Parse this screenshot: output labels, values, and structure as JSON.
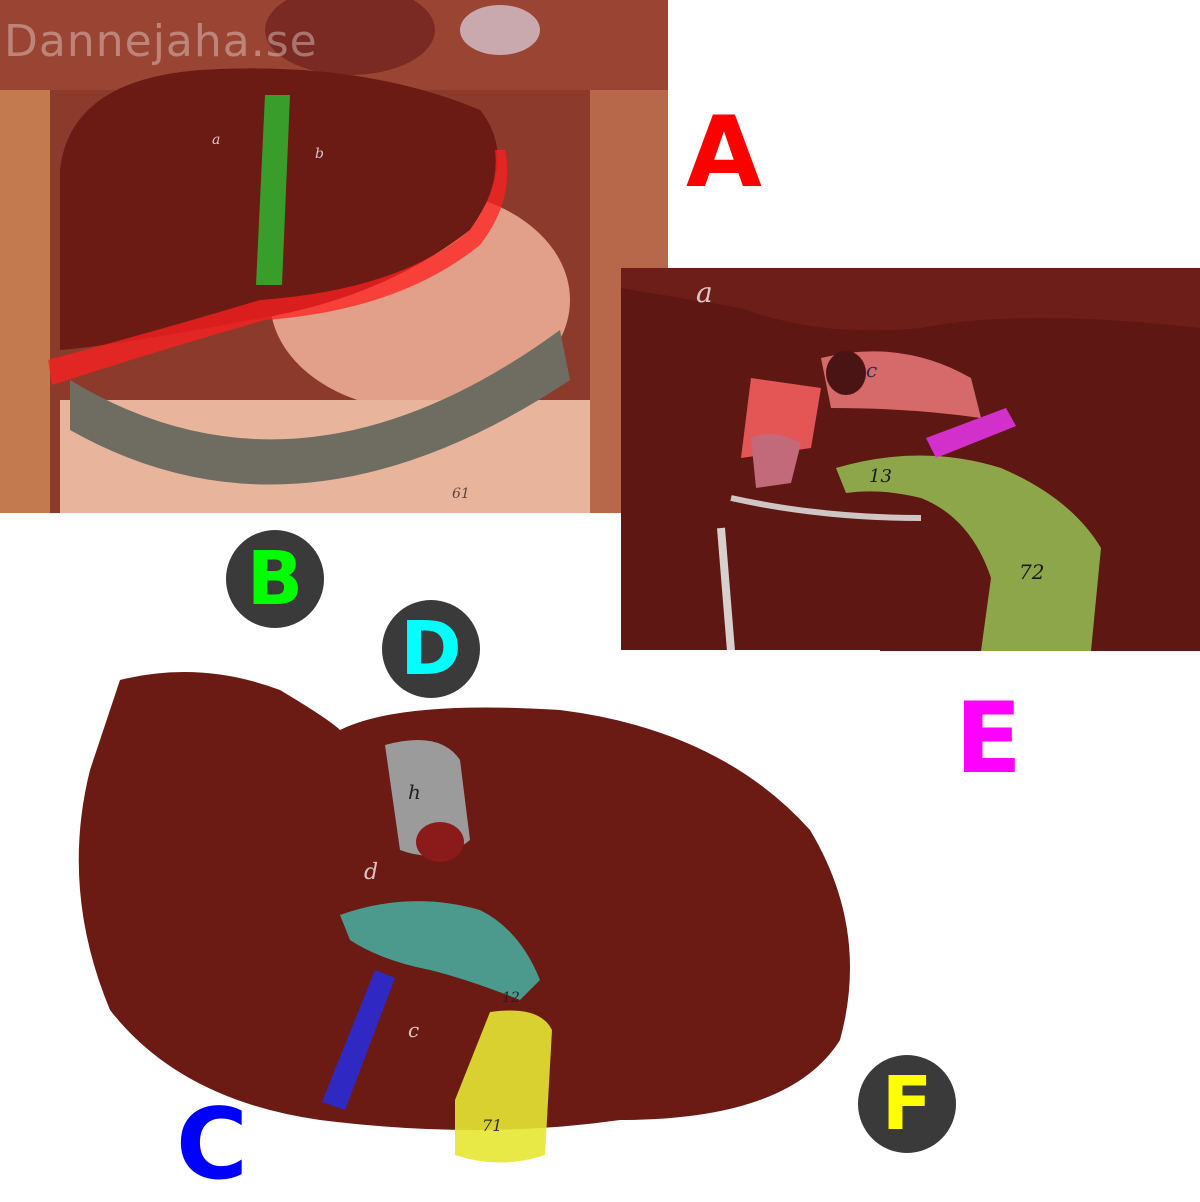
{
  "watermark": "Dannejaha.se",
  "labels": {
    "A": {
      "text": "A",
      "color": "#ff0000"
    },
    "B": {
      "text": "B",
      "color": "#00ff00"
    },
    "C": {
      "text": "C",
      "color": "#0000ff"
    },
    "D": {
      "text": "D",
      "color": "#00ffff"
    },
    "E": {
      "text": "E",
      "color": "#ff00ff"
    },
    "F": {
      "text": "F",
      "color": "#ffff00"
    }
  },
  "model_letters": {
    "torso_a": "a",
    "torso_b": "b",
    "torso_61": "61",
    "hilum_a": "a",
    "hilum_c": "c",
    "hilum_13": "13",
    "hilum_72": "72",
    "liver_h": "h",
    "liver_d": "d",
    "liver_c": "c",
    "liver_12": "12",
    "liver_71": "71"
  },
  "colors": {
    "liver": "#6b1a14",
    "highlight_green": "#2fb52f",
    "highlight_red": "#ff2020",
    "highlight_blue": "#2a2ad6",
    "highlight_teal": "#3fd0c0",
    "highlight_magenta": "#e033e0",
    "highlight_yellow": "#e6e633"
  }
}
